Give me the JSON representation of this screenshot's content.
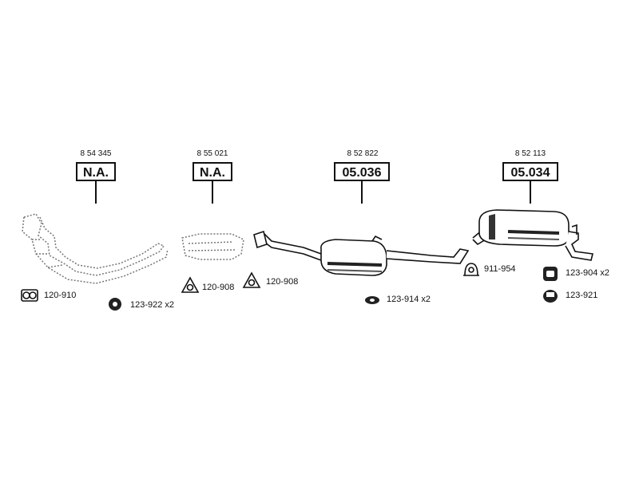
{
  "parts": [
    {
      "ref": "8 54 345",
      "code": "N.A."
    },
    {
      "ref": "8 55 021",
      "code": "N.A."
    },
    {
      "ref": "8 52 822",
      "code": "05.036"
    },
    {
      "ref": "8 52 113",
      "code": "05.034"
    }
  ],
  "accessories": [
    {
      "label": "120-910",
      "icon": "double-ring-gasket-icon"
    },
    {
      "label": "123-922 x2",
      "icon": "rubber-ring-icon"
    },
    {
      "label": "120-908",
      "icon": "triangle-flange-gasket-icon"
    },
    {
      "label": "120-908",
      "icon": "triangle-flange-gasket-icon"
    },
    {
      "label": "123-914 x2",
      "icon": "oval-rubber-mount-icon"
    },
    {
      "label": "911-954",
      "icon": "pipe-clamp-icon"
    },
    {
      "label": "123-904 x2",
      "icon": "rubber-hanger-icon"
    },
    {
      "label": "123-921",
      "icon": "rubber-mount-icon"
    }
  ]
}
